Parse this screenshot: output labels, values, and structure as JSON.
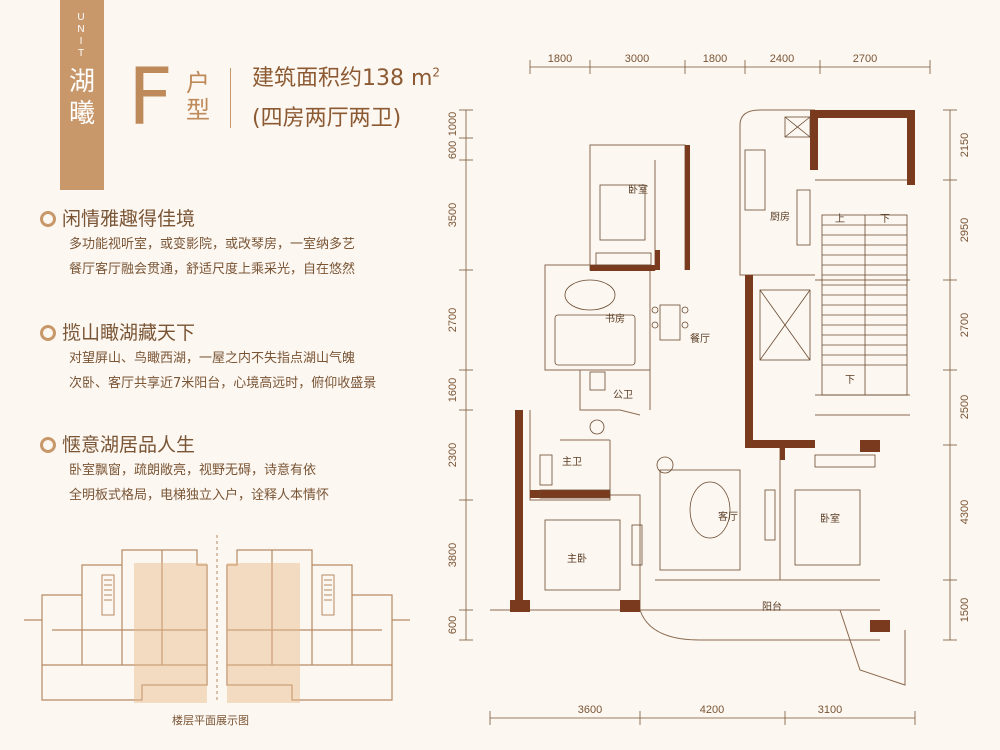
{
  "tag": {
    "unit_letters": [
      "U",
      "N",
      "I",
      "T"
    ],
    "name_chars": [
      "湖",
      "曦"
    ]
  },
  "type_letter": "F",
  "type_word_chars": [
    "户",
    "型"
  ],
  "area_text": "建筑面积约138 m",
  "area_sup": "2",
  "rooms_text": "(四房两厅两卫)",
  "features": [
    {
      "title": "闲情雅趣得佳境",
      "lines": [
        "多功能视听室，或变影院，或改琴房，一室纳多艺",
        "餐厅客厅融会贯通，舒适尺度上乘采光，自在悠然"
      ]
    },
    {
      "title": "揽山瞰湖藏天下",
      "lines": [
        "对望屏山、鸟瞰西湖，一屋之内不失指点湖山气魄",
        "次卧、客厅共享近7米阳台，心境高远时，俯仰收盛景"
      ]
    },
    {
      "title": "惬意湖居品人生",
      "lines": [
        "卧室飘窗，疏朗敞亮，视野无碍，诗意有依",
        "全明板式格局，电梯独立入户，诠释人本情怀"
      ]
    }
  ],
  "thumbnail_caption": "楼层平面展示图",
  "plan": {
    "dims_top": [
      "1800",
      "3000",
      "1800",
      "2400",
      "2700"
    ],
    "dims_bottom": [
      "3600",
      "4200",
      "3100"
    ],
    "dims_left": [
      "1000",
      "600",
      "3500",
      "2700",
      "1600",
      "2300",
      "3800",
      "600"
    ],
    "dims_right": [
      "2150",
      "2950",
      "2700",
      "2500",
      "4300",
      "1500"
    ],
    "rooms": {
      "bedroom2": "卧室",
      "kitchen": "厨房",
      "up": "上",
      "down": "下",
      "study": "书房",
      "dining": "餐厅",
      "public_bath": "公卫",
      "master_bath": "主卫",
      "living": "客厅",
      "master_bed": "主卧",
      "bedroom3": "卧室",
      "balcony": "阳台",
      "stair_down": "下"
    }
  },
  "colors": {
    "accent": "#c8976a",
    "wall": "#7a3a1e",
    "text": "#6b4a2e",
    "background": "#fcf7f1"
  }
}
